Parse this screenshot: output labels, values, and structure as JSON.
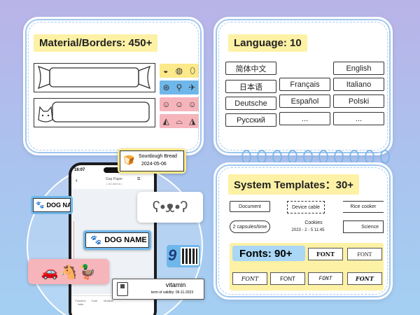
{
  "material": {
    "title": "Material/Borders: 450+"
  },
  "language": {
    "title": "Language: 10",
    "options": [
      "简体中文",
      "English",
      "日本语",
      "Français",
      "Italiano",
      "Deutsche",
      "Español",
      "Polski",
      "Русский",
      "...",
      "..."
    ]
  },
  "templates": {
    "title": "System Templates：30+",
    "items": [
      "Document",
      "Device cable",
      "Rice cooker",
      "2 capsules/time",
      "Cookies",
      "2023 - 2 - 5  11:45",
      "Science"
    ]
  },
  "fonts": {
    "title": "Fonts: 90+",
    "samples": [
      "FONT",
      "FONT",
      "FONT",
      "FONT",
      "FONT",
      "FONT"
    ]
  },
  "phone": {
    "time": "16:07",
    "app_title": "Gap Paper",
    "app_subtitle": "( 15×40mm )",
    "label_text": "DOG NAME",
    "tabs": [
      "Function data",
      "Care",
      "Multiple"
    ]
  },
  "floating": {
    "bread_title": "Sourdough Bread",
    "bread_date": "2024-05-06",
    "dog_label": "DOG NA",
    "vitamin_title": "vitamin",
    "vitamin_sub": "term of validity: 06-11-2023",
    "digit": "9"
  },
  "colors": {
    "title_bg": "#fdf1a5",
    "blue_chip": "#6fb7ea",
    "pink_chip": "#f6b4bb",
    "yellow_chip": "#fbe98a"
  }
}
